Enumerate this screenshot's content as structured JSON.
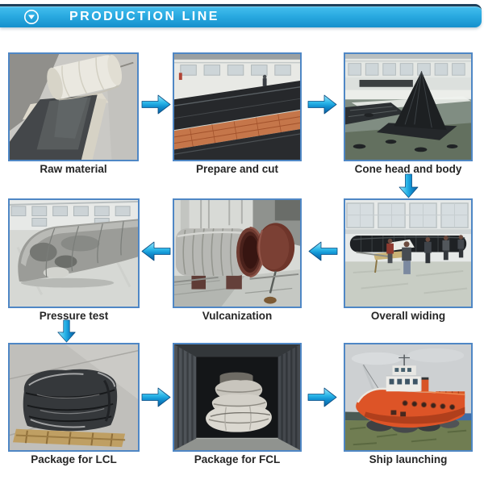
{
  "header": {
    "title": "PRODUCTION LINE",
    "icon": "chevron-down-circle-icon",
    "colors": {
      "bar_top": "#45bfee",
      "bar_bottom": "#1590cc",
      "top_line": "#1d3f5a",
      "text": "#ffffff"
    }
  },
  "steps": [
    {
      "label": "Raw material",
      "photo": "raw-material-photo"
    },
    {
      "label": "Prepare and cut",
      "photo": "prepare-and-cut-photo"
    },
    {
      "label": "Cone head and body",
      "photo": "cone-head-and-body-photo"
    },
    {
      "label": "Pressure test",
      "photo": "pressure-test-photo"
    },
    {
      "label": "Vulcanization",
      "photo": "vulcanization-photo"
    },
    {
      "label": "Overall widing",
      "photo": "overall-widing-photo"
    },
    {
      "label": "Package for LCL",
      "photo": "package-for-lcl-photo"
    },
    {
      "label": "Package for FCL",
      "photo": "package-for-fcl-photo"
    },
    {
      "label": "Ship launching",
      "photo": "ship-launching-photo"
    }
  ],
  "flow_arrows": [
    {
      "direction": "right",
      "from": "Raw material",
      "to": "Prepare and cut"
    },
    {
      "direction": "right",
      "from": "Prepare and cut",
      "to": "Cone head and body"
    },
    {
      "direction": "down",
      "from": "Cone head and body",
      "to": "Overall widing"
    },
    {
      "direction": "left",
      "from": "Overall widing",
      "to": "Vulcanization"
    },
    {
      "direction": "left",
      "from": "Vulcanization",
      "to": "Pressure test"
    },
    {
      "direction": "down",
      "from": "Pressure test",
      "to": "Package for LCL"
    },
    {
      "direction": "right",
      "from": "Package for LCL",
      "to": "Package for FCL"
    },
    {
      "direction": "right",
      "from": "Package for FCL",
      "to": "Ship launching"
    }
  ],
  "style": {
    "photo_border_color": "#4f87c5",
    "arrow_light": "#9fe9fa",
    "arrow_dark": "#0b5c9c",
    "label_color": "#262626"
  }
}
